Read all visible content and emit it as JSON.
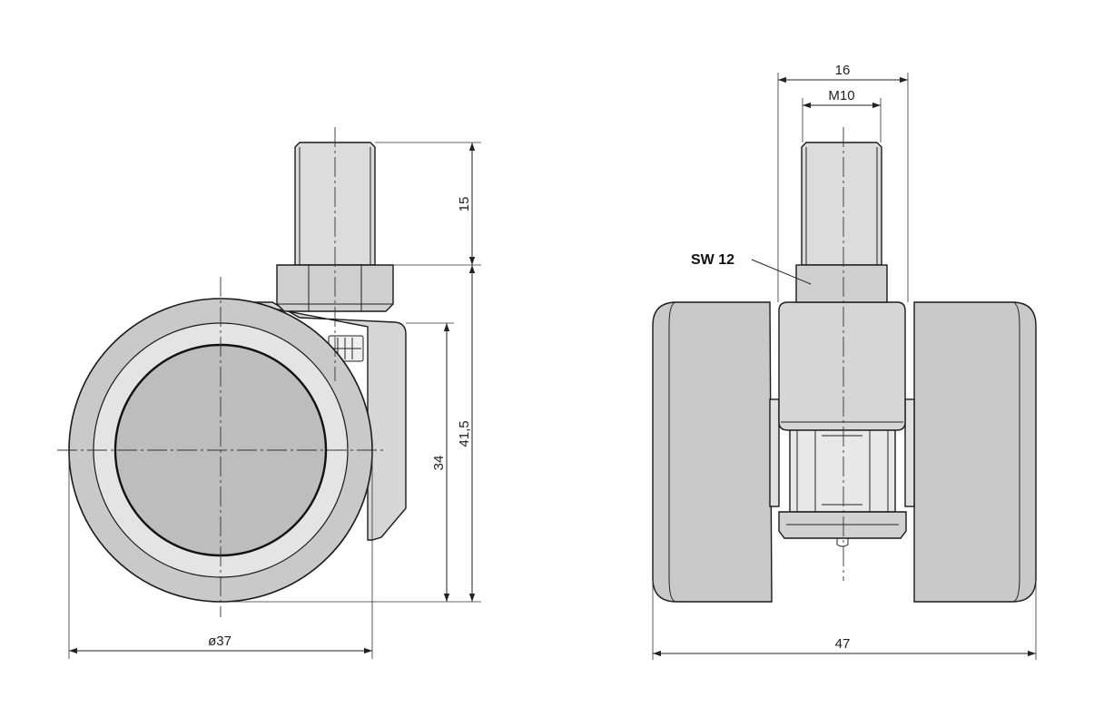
{
  "dimensions": {
    "shank_length": "15",
    "total_height": "41,5",
    "wheel_height": "34",
    "wheel_diameter": "ø37",
    "bolt_width": "16",
    "thread": "M10",
    "total_width": "47",
    "wrench_size": "SW 12"
  },
  "colors": {
    "tire": "#c9c9c9",
    "rim": "#e4e4e4",
    "hub": "#bdbdbd",
    "housing": "#d6d6d6",
    "line": "#1a1a1a"
  }
}
